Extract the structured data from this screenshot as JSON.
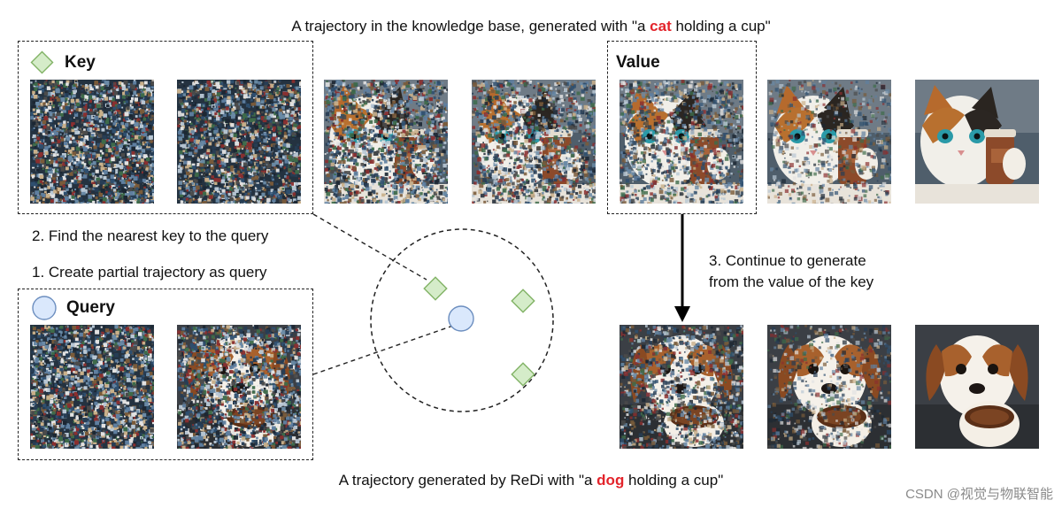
{
  "captions": {
    "top": {
      "pre": "A trajectory in the knowledge base, generated with \"a ",
      "highlight": "cat",
      "post": " holding a cup\""
    },
    "bottom": {
      "pre": "A trajectory generated by ReDi with \"a ",
      "highlight": "dog",
      "post": " holding a cup\""
    }
  },
  "steps": {
    "find_nearest": "2. Find the nearest key to the query",
    "create_query": "1. Create partial trajectory as query",
    "continue_line1": "3. Continue to generate",
    "continue_line2": "from the value of the key"
  },
  "labels": {
    "key": "Key",
    "value": "Value",
    "query": "Query"
  },
  "colors": {
    "highlight": "#e3242b",
    "key_marker_fill": "#d5ecc9",
    "key_marker_stroke": "#82b366",
    "query_marker_fill": "#dae8fc",
    "query_marker_stroke": "#6c8ebf"
  },
  "icons": {
    "key": "green-diamond-icon",
    "query": "blue-circle-icon"
  },
  "images": {
    "cat_trajectory": [
      {
        "kind": "noise",
        "noise": 1.0
      },
      {
        "kind": "noise",
        "noise": 0.92
      },
      {
        "kind": "cat",
        "noise": 0.8
      },
      {
        "kind": "cat",
        "noise": 0.68
      },
      {
        "kind": "cat",
        "noise": 0.58
      },
      {
        "kind": "cat",
        "noise": 0.3
      },
      {
        "kind": "cat",
        "noise": 0.0
      }
    ],
    "query_trajectory": [
      {
        "kind": "noise",
        "noise": 1.0
      },
      {
        "kind": "dog",
        "noise": 0.9
      }
    ],
    "dog_trajectory": [
      {
        "kind": "dog",
        "noise": 0.62
      },
      {
        "kind": "dog",
        "noise": 0.3
      },
      {
        "kind": "dog",
        "noise": 0.0
      }
    ]
  },
  "watermark": "CSDN @视觉与物联智能"
}
